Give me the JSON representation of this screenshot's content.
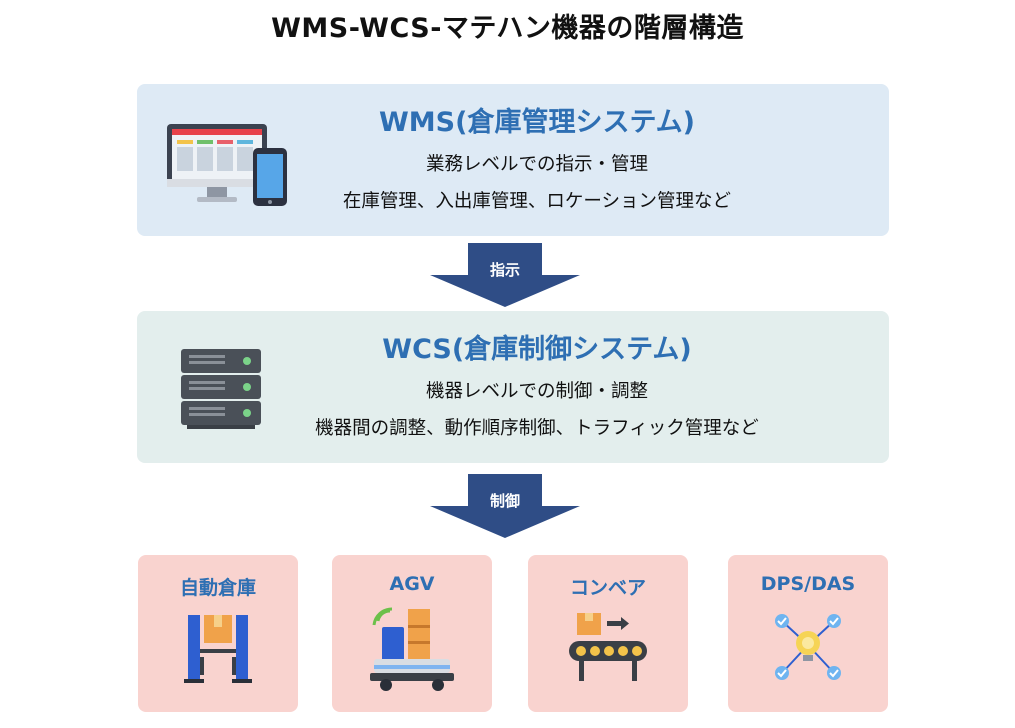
{
  "title": "WMS-WCS-マテハン機器の階層構造",
  "wms": {
    "title": "WMS(倉庫管理システム)",
    "line1": "業務レベルでの指示・管理",
    "line2": "在庫管理、入出庫管理、ロケーション管理など",
    "icon": "computer-phone-icon"
  },
  "arrow1": {
    "label": "指示"
  },
  "wcs": {
    "title": "WCS(倉庫制御システム)",
    "line1": "機器レベルでの制御・調整",
    "line2": "機器間の調整、動作順序制御、トラフィック管理など",
    "icon": "server-rack-icon"
  },
  "arrow2": {
    "label": "制御"
  },
  "devices": [
    {
      "label": "自動倉庫",
      "icon": "automated-warehouse-icon"
    },
    {
      "label": "AGV",
      "icon": "agv-icon"
    },
    {
      "label": "コンベア",
      "icon": "conveyor-icon"
    },
    {
      "label": "DPS/DAS",
      "icon": "dps-das-icon"
    }
  ],
  "colors": {
    "wms_panel": "#deeaf5",
    "wcs_panel": "#e3eeed",
    "device_panel": "#f9d3cf",
    "heading_blue": "#2e6fb3",
    "arrow": "#2f4d86"
  }
}
